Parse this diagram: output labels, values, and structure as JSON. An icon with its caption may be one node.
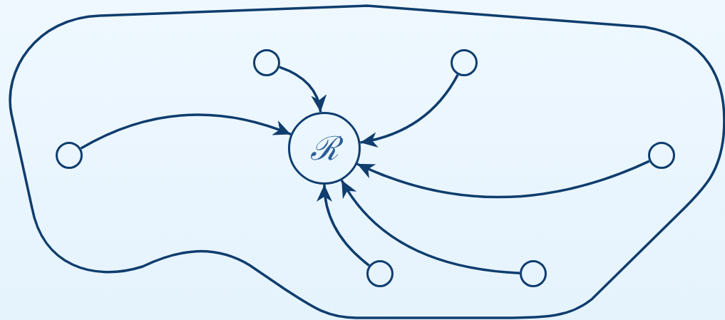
{
  "diagram": {
    "nodes": [
      {
        "text": [],
        "shape": "blob"
      },
      {
        "text": [
          "ℛ"
        ],
        "in": 0
      },
      {
        "text": [],
        "shape": "circle",
        "in": 0
      },
      {
        "text": [],
        "shape": "circle",
        "in": 0
      },
      {
        "text": [],
        "shape": "circle",
        "in": 0
      },
      {
        "text": [],
        "shape": "circle",
        "in": 0
      },
      {
        "text": [],
        "shape": "circle",
        "in": 0
      },
      {
        "text": [],
        "shape": "circle",
        "in": 0
      }
    ],
    "edges": [
      {
        "from": 2,
        "to": 1,
        "arrow": "to"
      },
      {
        "from": 3,
        "to": 1,
        "arrow": "to"
      },
      {
        "from": 5,
        "to": 1,
        "arrow": "to"
      },
      {
        "from": 7,
        "to": 1,
        "arrow": "to"
      },
      {
        "from": 4,
        "to": 1,
        "arrow": "to"
      },
      {
        "from": 6,
        "to": 1,
        "arrow": "to"
      }
    ]
  }
}
